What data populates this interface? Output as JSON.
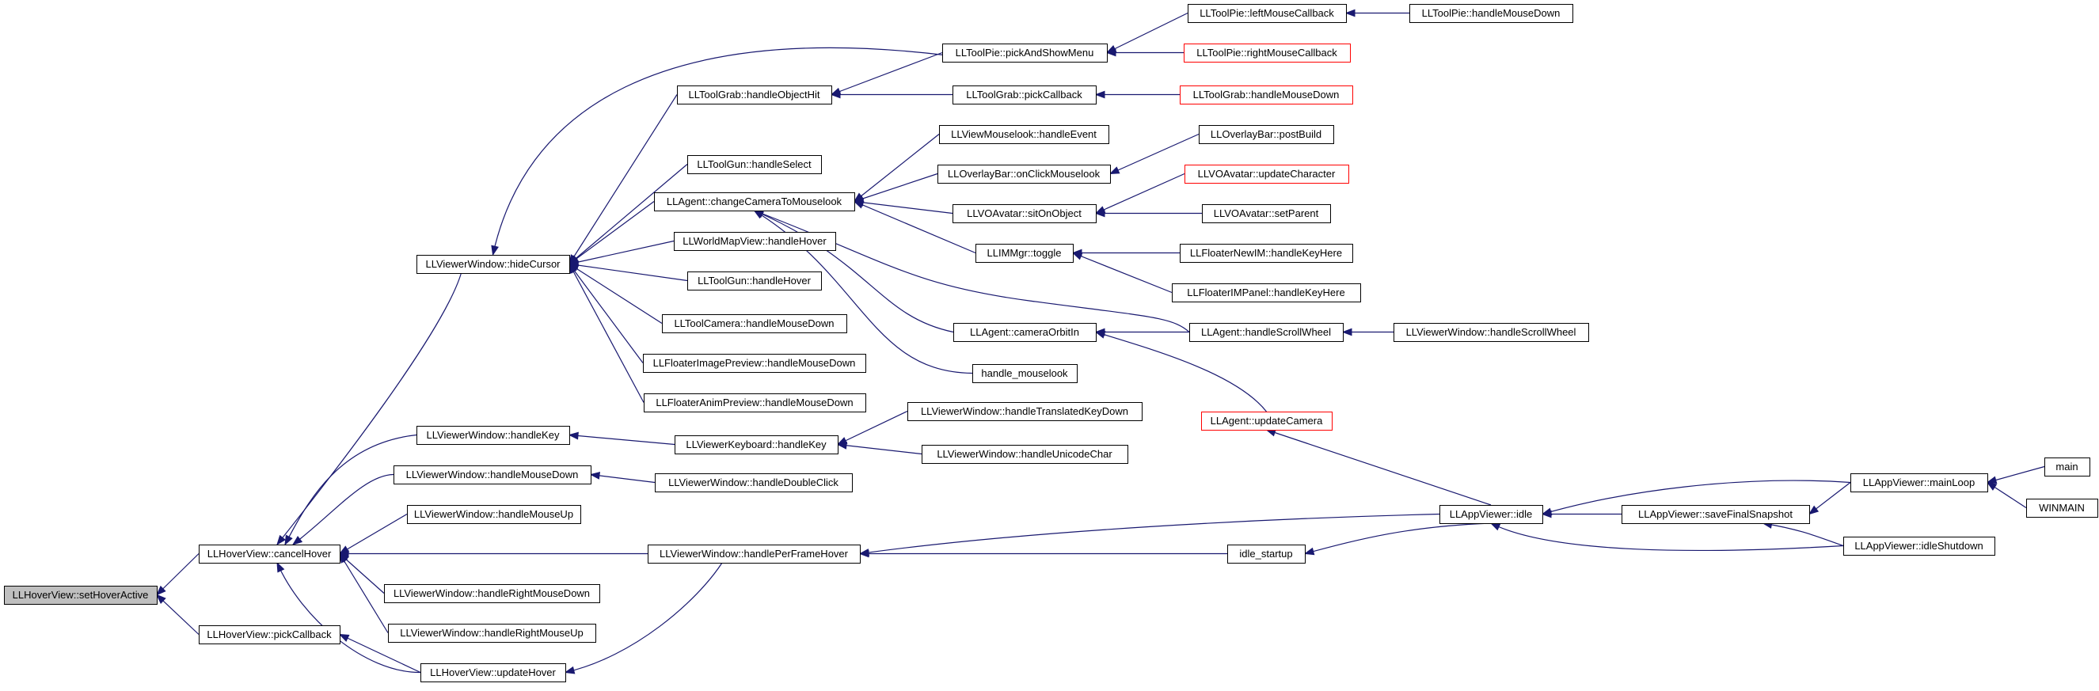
{
  "colors": {
    "edge": "#191970",
    "node_border": "#000000",
    "truncated_border": "#ff0000",
    "root_fill": "#bfbfbf",
    "node_fill": "#ffffff"
  },
  "nodes": [
    {
      "id": "setHoverActive",
      "label": "LLHoverView::setHoverActive",
      "kind": "root"
    },
    {
      "id": "cancelHover",
      "label": "LLHoverView::cancelHover",
      "kind": "normal"
    },
    {
      "id": "pickCallback",
      "label": "LLHoverView::pickCallback",
      "kind": "normal"
    },
    {
      "id": "hideCursor",
      "label": "LLViewerWindow::hideCursor",
      "kind": "normal"
    },
    {
      "id": "vwHandleKey",
      "label": "LLViewerWindow::handleKey",
      "kind": "normal"
    },
    {
      "id": "vwMouseDown",
      "label": "LLViewerWindow::handleMouseDown",
      "kind": "normal"
    },
    {
      "id": "vwMouseUp",
      "label": "LLViewerWindow::handleMouseUp",
      "kind": "normal"
    },
    {
      "id": "vwPerFrameHover",
      "label": "LLViewerWindow::handlePerFrameHover",
      "kind": "normal"
    },
    {
      "id": "vwRightDown",
      "label": "LLViewerWindow::handleRightMouseDown",
      "kind": "normal"
    },
    {
      "id": "vwRightUp",
      "label": "LLViewerWindow::handleRightMouseUp",
      "kind": "normal"
    },
    {
      "id": "updateHover",
      "label": "LLHoverView::updateHover",
      "kind": "normal"
    },
    {
      "id": "grabObjectHit",
      "label": "LLToolGrab::handleObjectHit",
      "kind": "normal"
    },
    {
      "id": "gunSelect",
      "label": "LLToolGun::handleSelect",
      "kind": "normal"
    },
    {
      "id": "changeCam",
      "label": "LLAgent::changeCameraToMouselook",
      "kind": "normal"
    },
    {
      "id": "worldMapHover",
      "label": "LLWorldMapView::handleHover",
      "kind": "normal"
    },
    {
      "id": "gunHover",
      "label": "LLToolGun::handleHover",
      "kind": "normal"
    },
    {
      "id": "camMouseDown",
      "label": "LLToolCamera::handleMouseDown",
      "kind": "normal"
    },
    {
      "id": "imgPreview",
      "label": "LLFloaterImagePreview::handleMouseDown",
      "kind": "normal"
    },
    {
      "id": "animPreview",
      "label": "LLFloaterAnimPreview::handleMouseDown",
      "kind": "normal"
    },
    {
      "id": "kbHandleKey",
      "label": "LLViewerKeyboard::handleKey",
      "kind": "normal"
    },
    {
      "id": "vwDoubleClick",
      "label": "LLViewerWindow::handleDoubleClick",
      "kind": "normal"
    },
    {
      "id": "pickAndShow",
      "label": "LLToolPie::pickAndShowMenu",
      "kind": "normal"
    },
    {
      "id": "grabPickCb",
      "label": "LLToolGrab::pickCallback",
      "kind": "normal"
    },
    {
      "id": "vmlHandleEvent",
      "label": "LLViewMouselook::handleEvent",
      "kind": "normal"
    },
    {
      "id": "obClickML",
      "label": "LLOverlayBar::onClickMouselook",
      "kind": "normal"
    },
    {
      "id": "sitOnObject",
      "label": "LLVOAvatar::sitOnObject",
      "kind": "normal"
    },
    {
      "id": "imToggle",
      "label": "LLIMMgr::toggle",
      "kind": "normal"
    },
    {
      "id": "camOrbitIn",
      "label": "LLAgent::cameraOrbitIn",
      "kind": "normal"
    },
    {
      "id": "handleMouselook",
      "label": "handle_mouselook",
      "kind": "normal"
    },
    {
      "id": "transKeyDown",
      "label": "LLViewerWindow::handleTranslatedKeyDown",
      "kind": "normal"
    },
    {
      "id": "unicodeChar",
      "label": "LLViewerWindow::handleUnicodeChar",
      "kind": "normal"
    },
    {
      "id": "pieLeftCb",
      "label": "LLToolPie::leftMouseCallback",
      "kind": "normal"
    },
    {
      "id": "pieRightCb",
      "label": "LLToolPie::rightMouseCallback",
      "kind": "truncated"
    },
    {
      "id": "grabMouseDown",
      "label": "LLToolGrab::handleMouseDown",
      "kind": "truncated"
    },
    {
      "id": "obPostBuild",
      "label": "LLOverlayBar::postBuild",
      "kind": "normal"
    },
    {
      "id": "updChar",
      "label": "LLVOAvatar::updateCharacter",
      "kind": "truncated"
    },
    {
      "id": "setParent",
      "label": "LLVOAvatar::setParent",
      "kind": "normal"
    },
    {
      "id": "newIMKey",
      "label": "LLFloaterNewIM::handleKeyHere",
      "kind": "normal"
    },
    {
      "id": "imPanelKey",
      "label": "LLFloaterIMPanel::handleKeyHere",
      "kind": "normal"
    },
    {
      "id": "agentScroll",
      "label": "LLAgent::handleScrollWheel",
      "kind": "normal"
    },
    {
      "id": "updateCamera",
      "label": "LLAgent::updateCamera",
      "kind": "truncated"
    },
    {
      "id": "idleStartup",
      "label": "idle_startup",
      "kind": "normal"
    },
    {
      "id": "appIdle",
      "label": "LLAppViewer::idle",
      "kind": "normal"
    },
    {
      "id": "pieMouseDown",
      "label": "LLToolPie::handleMouseDown",
      "kind": "normal"
    },
    {
      "id": "vwScroll",
      "label": "LLViewerWindow::handleScrollWheel",
      "kind": "normal"
    },
    {
      "id": "saveSnapshot",
      "label": "LLAppViewer::saveFinalSnapshot",
      "kind": "normal"
    },
    {
      "id": "mainLoop",
      "label": "LLAppViewer::mainLoop",
      "kind": "normal"
    },
    {
      "id": "idleShutdown",
      "label": "LLAppViewer::idleShutdown",
      "kind": "normal"
    },
    {
      "id": "main",
      "label": "main",
      "kind": "normal"
    },
    {
      "id": "winmain",
      "label": "WINMAIN",
      "kind": "normal"
    }
  ],
  "edges": [
    [
      "setHoverActive",
      "cancelHover"
    ],
    [
      "setHoverActive",
      "pickCallback"
    ],
    [
      "cancelHover",
      "hideCursor"
    ],
    [
      "cancelHover",
      "vwHandleKey"
    ],
    [
      "cancelHover",
      "vwMouseDown"
    ],
    [
      "cancelHover",
      "vwMouseUp"
    ],
    [
      "cancelHover",
      "vwPerFrameHover"
    ],
    [
      "cancelHover",
      "vwRightDown"
    ],
    [
      "cancelHover",
      "vwRightUp"
    ],
    [
      "cancelHover",
      "updateHover"
    ],
    [
      "pickCallback",
      "updateHover"
    ],
    [
      "hideCursor",
      "pickAndShow"
    ],
    [
      "hideCursor",
      "grabObjectHit"
    ],
    [
      "hideCursor",
      "gunSelect"
    ],
    [
      "hideCursor",
      "changeCam"
    ],
    [
      "hideCursor",
      "worldMapHover"
    ],
    [
      "hideCursor",
      "gunHover"
    ],
    [
      "hideCursor",
      "camMouseDown"
    ],
    [
      "hideCursor",
      "imgPreview"
    ],
    [
      "hideCursor",
      "animPreview"
    ],
    [
      "vwHandleKey",
      "kbHandleKey"
    ],
    [
      "vwMouseDown",
      "vwDoubleClick"
    ],
    [
      "vwPerFrameHover",
      "appIdle"
    ],
    [
      "vwPerFrameHover",
      "idleStartup"
    ],
    [
      "updateHover",
      "vwPerFrameHover"
    ],
    [
      "grabObjectHit",
      "pickAndShow"
    ],
    [
      "grabObjectHit",
      "grabPickCb"
    ],
    [
      "changeCam",
      "vmlHandleEvent"
    ],
    [
      "changeCam",
      "obClickML"
    ],
    [
      "changeCam",
      "sitOnObject"
    ],
    [
      "changeCam",
      "imToggle"
    ],
    [
      "changeCam",
      "camOrbitIn"
    ],
    [
      "changeCam",
      "handleMouselook"
    ],
    [
      "changeCam",
      "agentScroll"
    ],
    [
      "kbHandleKey",
      "transKeyDown"
    ],
    [
      "kbHandleKey",
      "unicodeChar"
    ],
    [
      "pickAndShow",
      "pieLeftCb"
    ],
    [
      "pickAndShow",
      "pieRightCb"
    ],
    [
      "grabPickCb",
      "grabMouseDown"
    ],
    [
      "obClickML",
      "obPostBuild"
    ],
    [
      "sitOnObject",
      "updChar"
    ],
    [
      "sitOnObject",
      "setParent"
    ],
    [
      "imToggle",
      "newIMKey"
    ],
    [
      "imToggle",
      "imPanelKey"
    ],
    [
      "camOrbitIn",
      "agentScroll"
    ],
    [
      "camOrbitIn",
      "updateCamera"
    ],
    [
      "pieLeftCb",
      "pieMouseDown"
    ],
    [
      "agentScroll",
      "vwScroll"
    ],
    [
      "updateCamera",
      "appIdle"
    ],
    [
      "idleStartup",
      "appIdle"
    ],
    [
      "appIdle",
      "mainLoop"
    ],
    [
      "appIdle",
      "saveSnapshot"
    ],
    [
      "appIdle",
      "idleShutdown"
    ],
    [
      "saveSnapshot",
      "mainLoop"
    ],
    [
      "saveSnapshot",
      "idleShutdown"
    ],
    [
      "mainLoop",
      "main"
    ],
    [
      "mainLoop",
      "winmain"
    ]
  ]
}
